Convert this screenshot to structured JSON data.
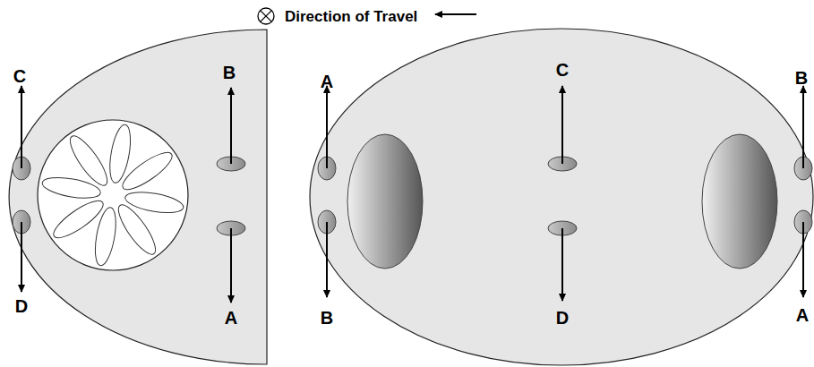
{
  "diagram": {
    "labels": [
      "Direction of Travel",
      "C",
      "B",
      "A",
      "C",
      "B",
      "D",
      "A",
      "B",
      "D",
      "A"
    ]
  }
}
